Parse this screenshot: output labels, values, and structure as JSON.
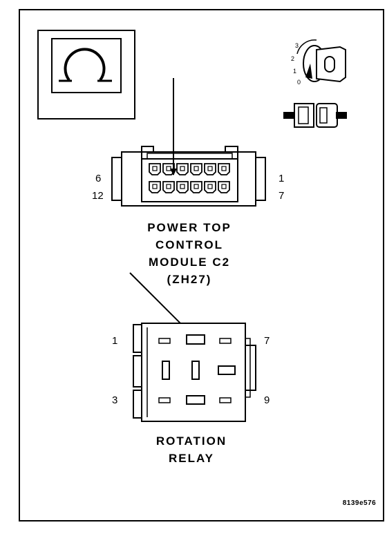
{
  "diagram": {
    "connector_c2": {
      "title_lines": [
        "POWER TOP",
        "CONTROL",
        "MODULE C2",
        "(ZH27)"
      ],
      "pin_labels": {
        "top_left": "6",
        "bottom_left": "12",
        "top_right": "1",
        "bottom_right": "7"
      }
    },
    "relay": {
      "title_lines": [
        "ROTATION",
        "RELAY"
      ],
      "pin_labels": {
        "top_left": "1",
        "bottom_left": "3",
        "top_right": "7",
        "bottom_right": "9"
      }
    },
    "ignition_key_positions": [
      "3",
      "2",
      "1",
      "0"
    ],
    "reference_code": "8139e576",
    "icons": [
      "ohmmeter-icon",
      "ignition-key-icon",
      "unplugged-connector-icon"
    ]
  }
}
